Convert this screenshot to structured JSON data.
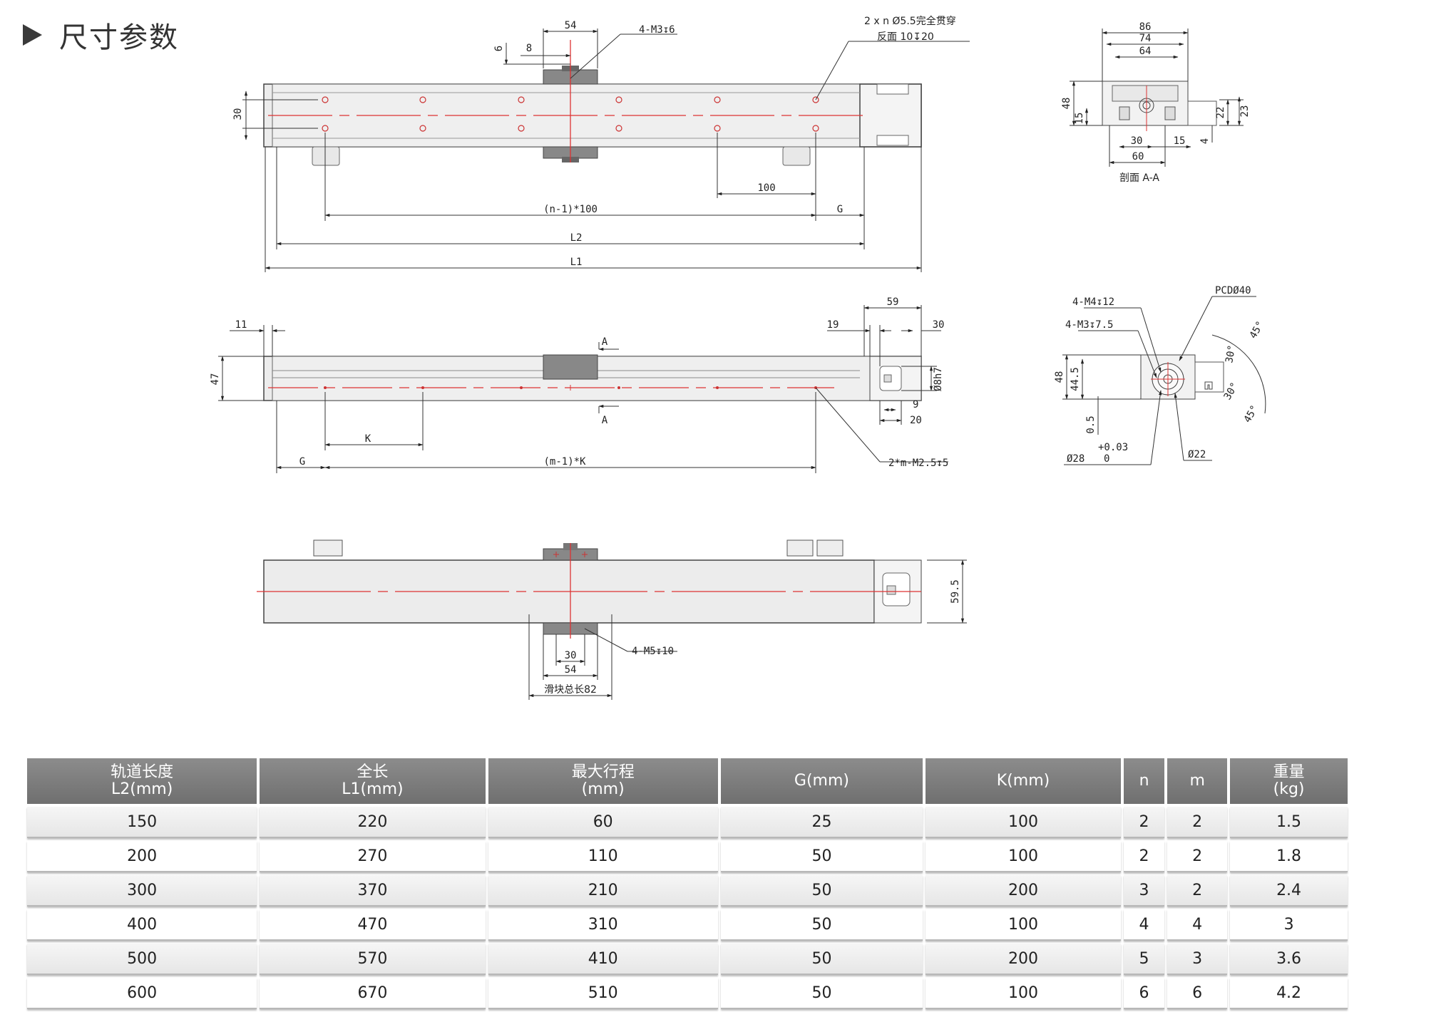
{
  "page": {
    "section_title": "尺寸参数"
  },
  "top_view": {
    "dims": {
      "d54": "54",
      "d8": "8",
      "d6": "6",
      "d30": "30",
      "m3": "4-M3↧6",
      "hole1": "2 x n Ø5.5完全贯穿",
      "hole2": "反面      10↧20",
      "d100": "100",
      "n100": "(n-1)*100",
      "g": "G",
      "l2": "L2",
      "l1": "L1"
    }
  },
  "side_view": {
    "dims": {
      "d11": "11",
      "d47": "47",
      "d59": "59",
      "d19": "19",
      "d30": "30",
      "d8h7": "Ø8h7",
      "d9": "9",
      "d20": "20",
      "a_top": "A",
      "a_bottom": "A",
      "k": "K",
      "g": "G",
      "mk": "(m-1)*K",
      "m25": "2*m-M2.5↧5"
    }
  },
  "bottom_view": {
    "dims": {
      "d595": "59.5",
      "m5": "4-M5↧10",
      "d30": "30",
      "d54": "54",
      "slider": "滑块总长82"
    }
  },
  "section_view": {
    "dims": {
      "d86": "86",
      "d74": "74",
      "d64": "64",
      "d48": "48",
      "d15": "15",
      "d22": "22",
      "d23": "23",
      "d4": "4",
      "d30": "30",
      "d15b": "15",
      "d60": "60",
      "caption": "剖面 A-A"
    }
  },
  "end_view": {
    "dims": {
      "m4": "4-M4↧12",
      "m3": "4-M3↧7.5",
      "pcd": "PCDØ40",
      "a45a": "45°",
      "a30a": "30°",
      "a30b": "30°",
      "a45b": "45°",
      "d48": "48",
      "d445": "44.5",
      "d05": "0.5",
      "tol": "+0.03",
      "d28": "Ø28",
      "zero": "0",
      "d22": "Ø22"
    }
  },
  "table": {
    "headers": [
      {
        "l1": "轨道长度",
        "l2": "L2(mm)"
      },
      {
        "l1": "全长",
        "l2": "L1(mm)"
      },
      {
        "l1": "最大行程",
        "l2": "(mm)"
      },
      {
        "l1": "G(mm)",
        "l2": ""
      },
      {
        "l1": "K(mm)",
        "l2": ""
      },
      {
        "l1": "n",
        "l2": ""
      },
      {
        "l1": "m",
        "l2": ""
      },
      {
        "l1": "重量",
        "l2": "(kg)"
      }
    ],
    "rows": [
      [
        "150",
        "220",
        "60",
        "25",
        "100",
        "2",
        "2",
        "1.5"
      ],
      [
        "200",
        "270",
        "110",
        "50",
        "100",
        "2",
        "2",
        "1.8"
      ],
      [
        "300",
        "370",
        "210",
        "50",
        "200",
        "3",
        "2",
        "2.4"
      ],
      [
        "400",
        "470",
        "310",
        "50",
        "100",
        "4",
        "4",
        "3"
      ],
      [
        "500",
        "570",
        "410",
        "50",
        "200",
        "5",
        "3",
        "3.6"
      ],
      [
        "600",
        "670",
        "510",
        "50",
        "100",
        "6",
        "6",
        "4.2"
      ]
    ]
  }
}
